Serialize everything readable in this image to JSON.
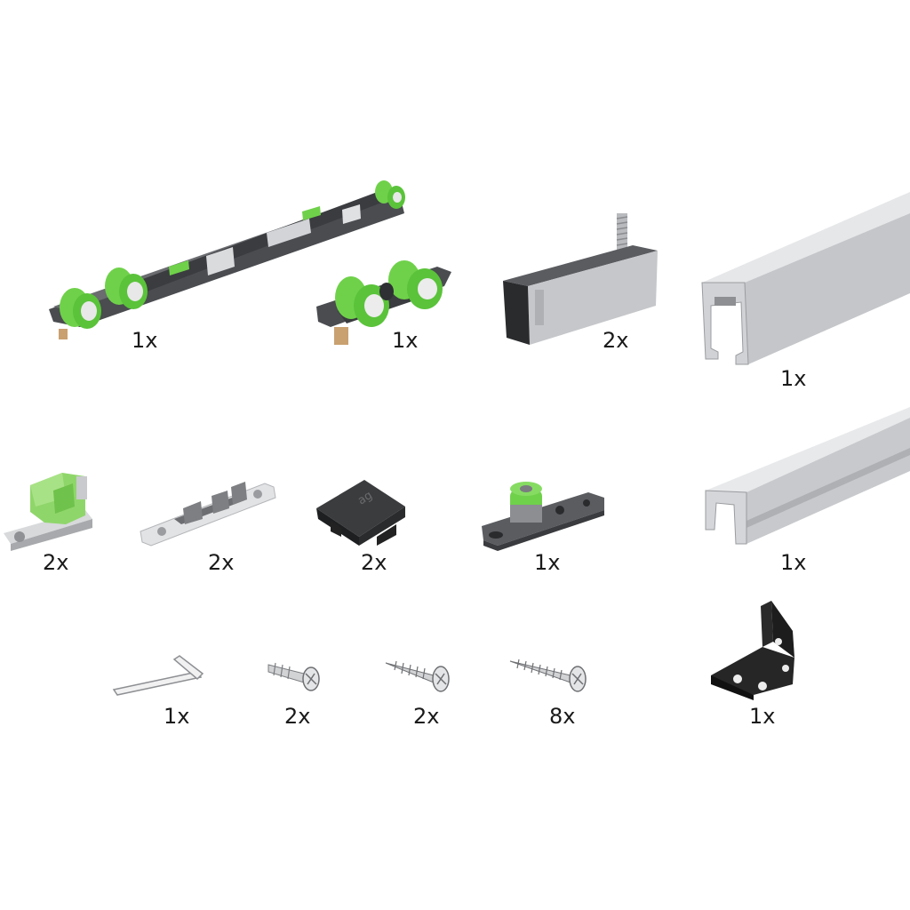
{
  "colors": {
    "green": "#6fd14a",
    "dark": "#3d3f42",
    "aluminium": "#c9cbce",
    "steel": "#d8dadc",
    "black": "#1d1d1d"
  },
  "parts": {
    "roller_long": {
      "icon": "long-roller-carriage-icon",
      "qty": "1x"
    },
    "roller_short": {
      "icon": "short-roller-carriage-icon",
      "qty": "1x"
    },
    "damper": {
      "icon": "soft-close-damper-icon",
      "qty": "2x"
    },
    "top_track": {
      "icon": "top-track-profile-icon",
      "qty": "1x"
    },
    "stopper": {
      "icon": "stopper-catch-icon",
      "qty": "2x"
    },
    "activator": {
      "icon": "activator-plate-icon",
      "qty": "2x"
    },
    "end_cap": {
      "icon": "end-cap-icon",
      "text": "ag",
      "qty": "2x"
    },
    "floor_guide": {
      "icon": "floor-guide-plate-icon",
      "qty": "1x"
    },
    "bottom_track": {
      "icon": "bottom-guide-track-icon",
      "qty": "1x"
    },
    "hex_key": {
      "icon": "hex-key-icon",
      "qty": "1x"
    },
    "screw_short": {
      "icon": "short-screw-icon",
      "qty": "2x"
    },
    "screw_medium": {
      "icon": "medium-screw-icon",
      "qty": "2x"
    },
    "screw_long": {
      "icon": "long-screw-icon",
      "qty": "8x"
    },
    "bracket": {
      "icon": "angle-bracket-icon",
      "qty": "1x"
    }
  }
}
